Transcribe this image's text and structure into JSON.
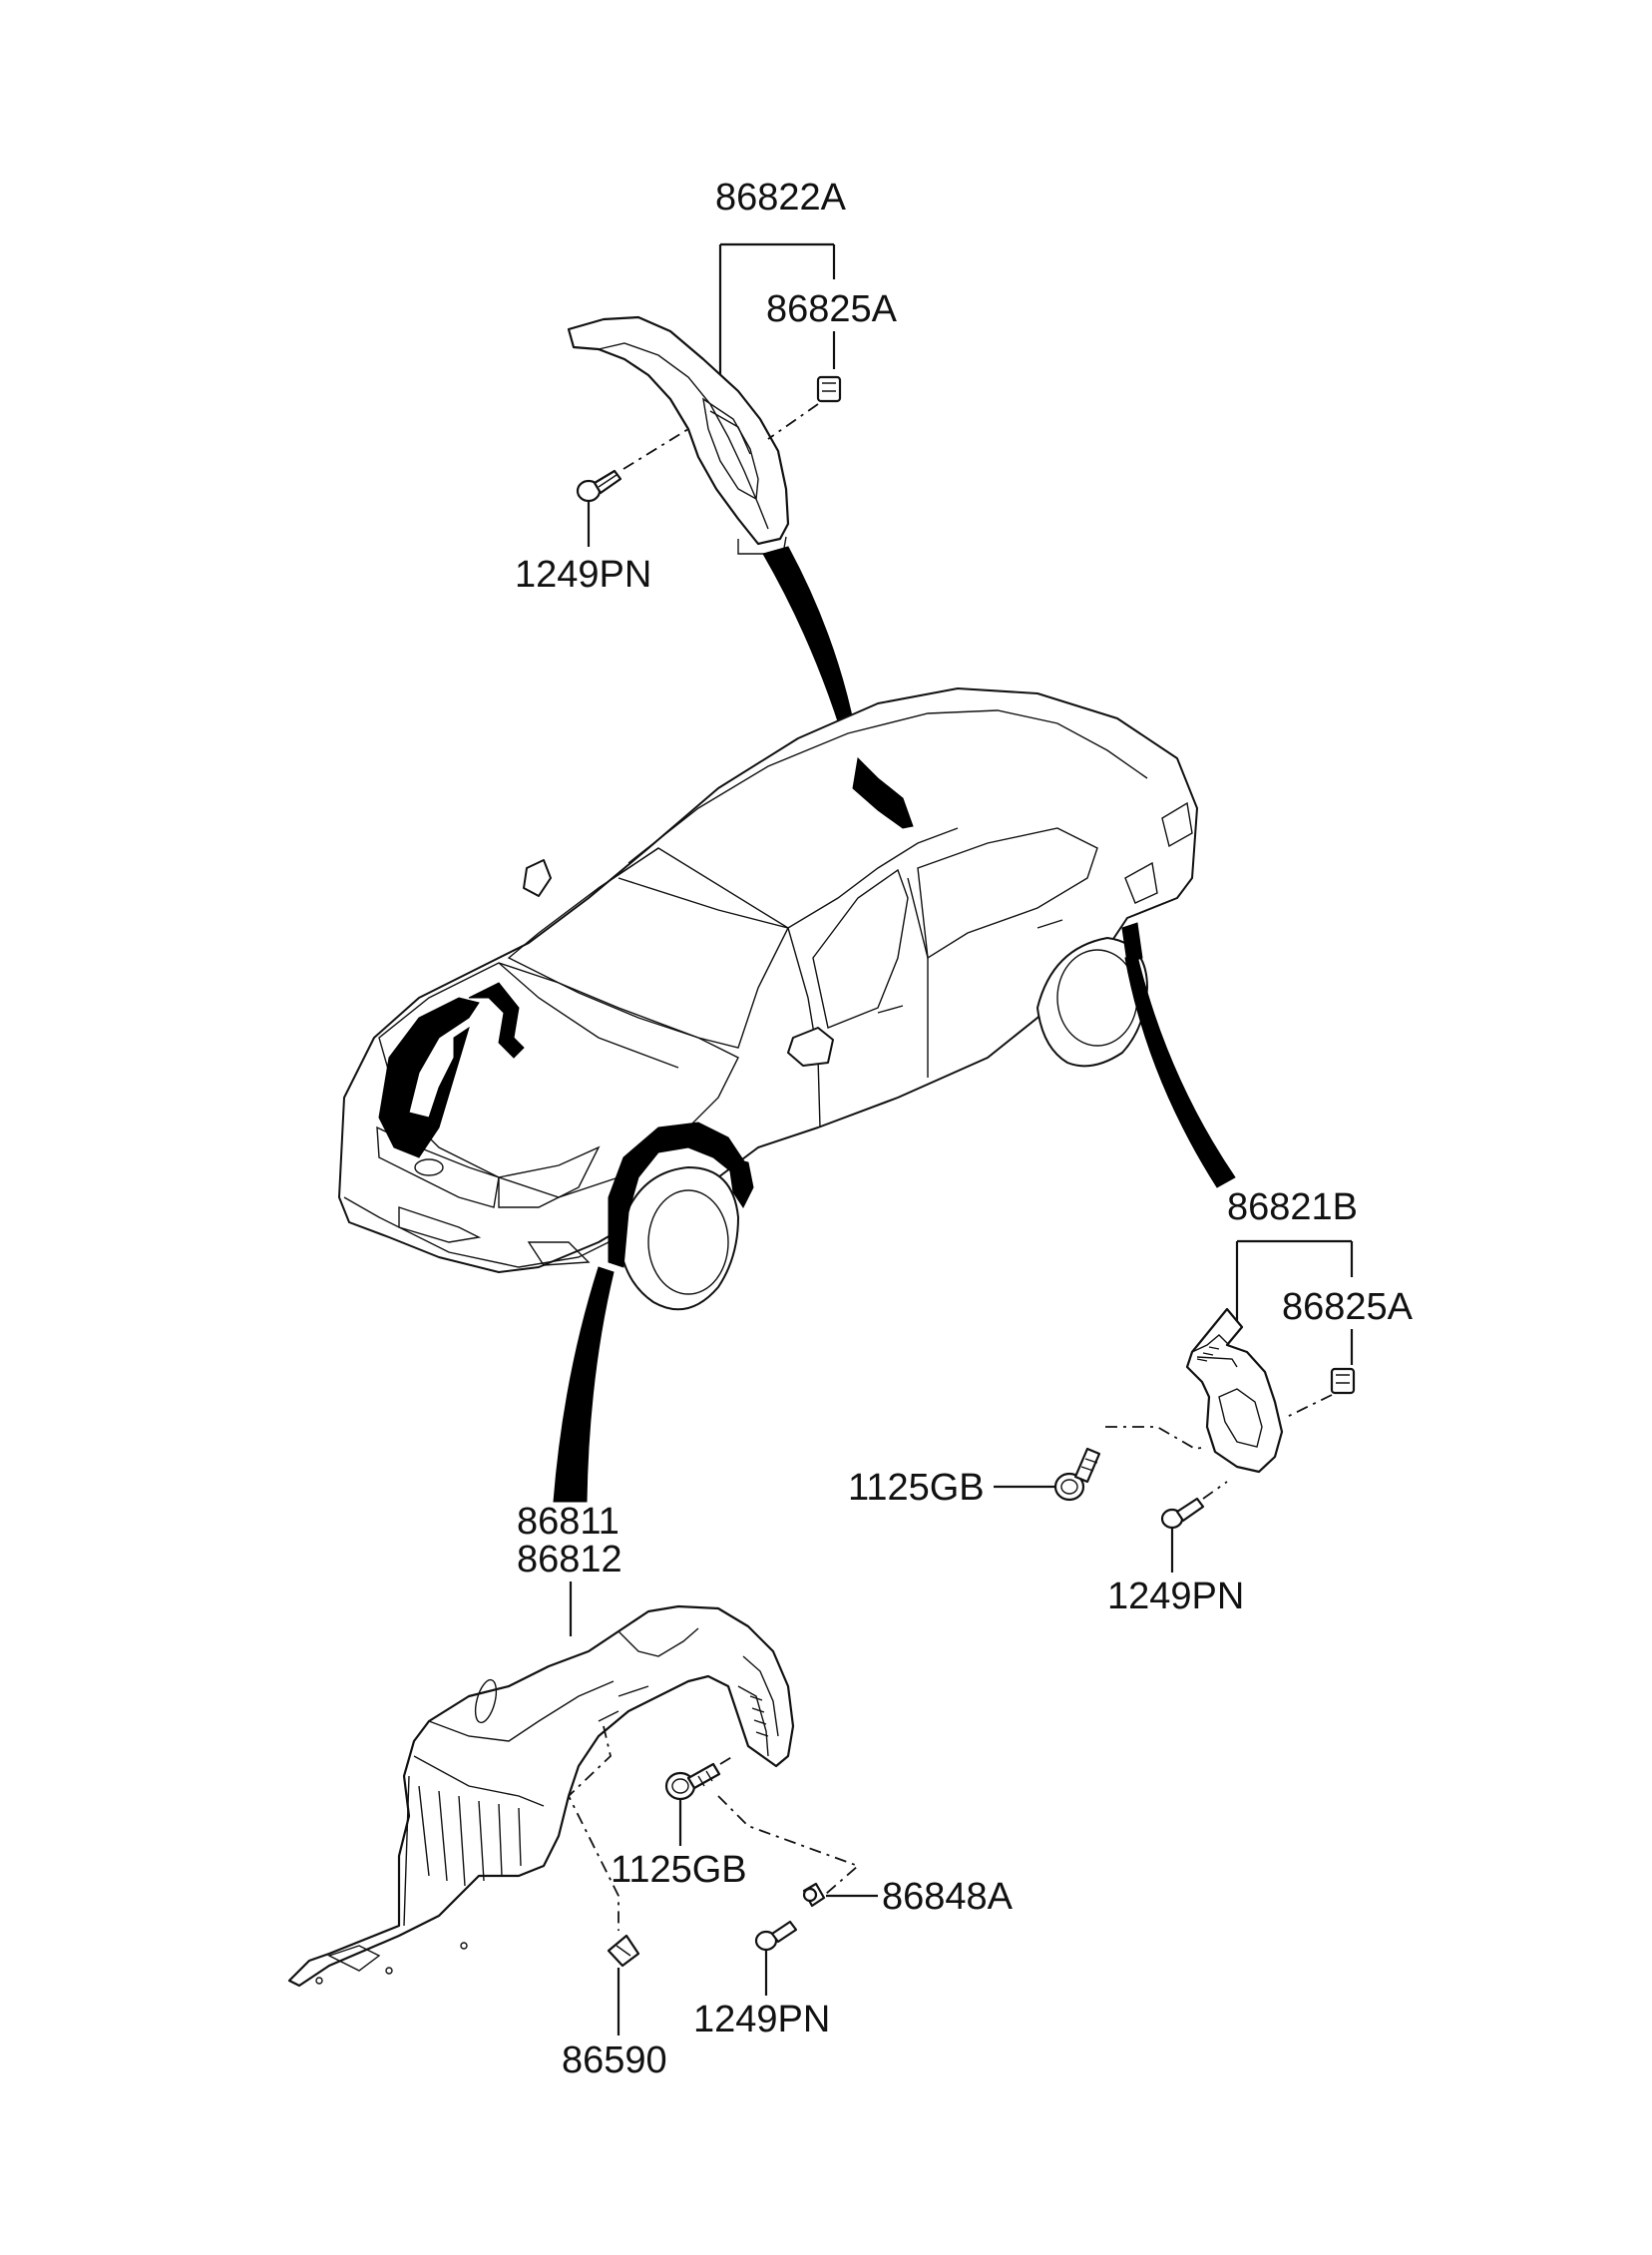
{
  "labels": {
    "rear_top_assembly": "86822A",
    "rear_top_nut": "86825A",
    "rear_top_screw": "1249PN",
    "rear_right_assembly": "86821B",
    "rear_right_nut": "86825A",
    "rear_right_bolt": "1125GB",
    "rear_right_screw": "1249PN",
    "front_guard_lh": "86811",
    "front_guard_rh": "86812",
    "front_bolt": "1125GB",
    "front_clip": "86848A",
    "front_screw": "1249PN",
    "front_fastener": "86590"
  },
  "icons": {
    "car": "sedan-outline-icon",
    "nut": "clip-nut-icon",
    "screw": "tapping-screw-icon",
    "bolt": "flange-bolt-icon"
  }
}
